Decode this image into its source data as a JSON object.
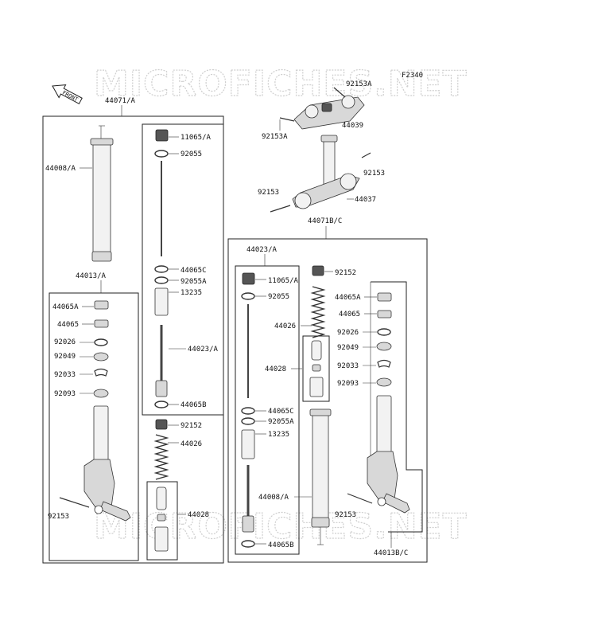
{
  "diagram": {
    "figure_code": "F2340",
    "watermark": "MICROFICHES.NET",
    "front_arrow": "FRONT",
    "assemblies": {
      "left_fork": "44071/A",
      "right_fork": "44071B/C",
      "left_damper": "44023/A",
      "right_damper": "44023/A"
    },
    "labels": {
      "l44008": "44008/A",
      "l44013": "44013/A",
      "l44065A": "44065A",
      "l44065": "44065",
      "l92026": "92026",
      "l92049": "92049",
      "l92033": "92033",
      "l92093": "92093",
      "l92153": "92153",
      "l11065": "11065/A",
      "l92055": "92055",
      "l44065C": "44065C",
      "l92055A": "92055A",
      "l13235": "13235",
      "l44023": "44023/A",
      "l44065B": "44065B",
      "l92152": "92152",
      "l44026": "44026",
      "l44028": "44028",
      "t92153A_top": "92153A",
      "t92153A_left": "92153A",
      "t44039": "44039",
      "t92153_right": "92153",
      "t92153_left": "92153",
      "t44037": "44037",
      "r44023": "44023/A",
      "r92152": "92152",
      "r11065": "11065/A",
      "r92055": "92055",
      "r44026": "44026",
      "r44028": "44028",
      "r44065C": "44065C",
      "r92055A": "92055A",
      "r13235": "13235",
      "r44008": "44008/A",
      "r44065B": "44065B",
      "r44065A": "44065A",
      "r44065": "44065",
      "r92026": "92026",
      "r92049": "92049",
      "r92033": "92033",
      "r92093": "92093",
      "r92153": "92153",
      "r44013": "44013B/C"
    }
  }
}
